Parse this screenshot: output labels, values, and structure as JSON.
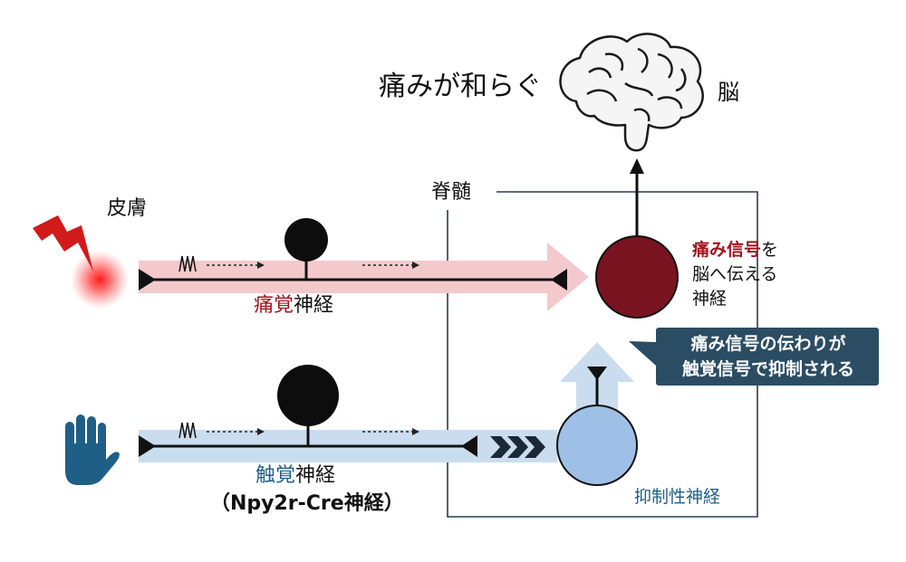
{
  "labels": {
    "title": "痛みが和らぐ",
    "brain": "脳",
    "skin": "皮膚",
    "spinal_cord": "脊髄",
    "pain_nerve_prefix": "痛覚",
    "pain_nerve_suffix": "神経",
    "touch_nerve_prefix": "触覚",
    "touch_nerve_suffix": "神経",
    "npy_nerve": "（Npy2r-Cre神経）",
    "relay_highlight": "痛み信号",
    "relay_rest_1": "を",
    "relay_line_2": "脳へ伝える",
    "relay_line_3": "神経",
    "inhibitory_nerve": "抑制性神経",
    "callout_line_1": "痛み信号の伝わりが",
    "callout_line_2": "触覚信号で抑制される"
  },
  "colors": {
    "pain_red": "#a3141f",
    "relay_neuron": "#7a1420",
    "touch_blue": "#1f5f86",
    "pain_band": "#f3c9cc",
    "touch_band": "#c9ddef",
    "inhibitory_neuron": "#9fc0e6",
    "callout_bg": "#2b4d63"
  },
  "icons": [
    "lightning-icon",
    "hand-icon",
    "brain-icon",
    "spike-icon",
    "chevron-arrows-icon"
  ]
}
